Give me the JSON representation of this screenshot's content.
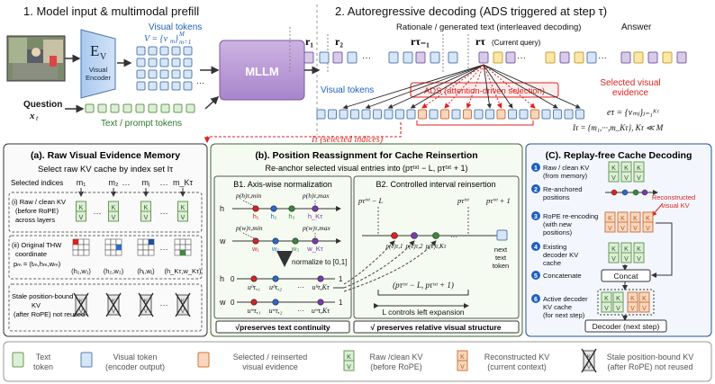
{
  "header": {
    "sec1": "1. Model input & multimodal prefill",
    "sec2": "2. Autoregressive decoding (ADS triggered at step τ)"
  },
  "stage1": {
    "encoder_letter": "E",
    "encoder_sub": "V",
    "encoder_label": [
      "Visual",
      "Encoder"
    ],
    "visual_tokens_label": "Visual tokens",
    "visual_tokens_formula": "V = {v",
    "mllm": "MLLM",
    "question": "Question",
    "question_var": "x",
    "prompt_tokens": "Text / prompt tokens"
  },
  "stage2": {
    "rationale": "Rationale / generated text (interleaved decoding)",
    "r1": "r₁",
    "r2": "r₂",
    "rtm1": "rτ₋₁",
    "rt": "rτ",
    "current_query": "(Current query)",
    "answer": "Answer",
    "dots": "···",
    "ads": "ADS (attention-driven selection)",
    "visual_tokens": "Visual tokens",
    "selected_evidence": [
      "Selected visual",
      "evidence"
    ],
    "e_formula": "eτ = {vₘⱼ}ⱼ₌₁ᴷᵗ",
    "i_formula": "Iτ = {m₁,···,m_Kτ}, Kτ ≪ M",
    "selected_indices": "Iτ (selected indices)"
  },
  "panelA": {
    "title": "(a). Raw Visual Evidence Memory",
    "subtitle": "Select raw KV cache by index set Iτ",
    "sel_indices": "Selected indices",
    "m_labels": [
      "m₁",
      "m₂",
      "mⱼ",
      "m_Kτ"
    ],
    "raw_kv": [
      "(i) Raw / clean KV",
      "(before RoPE)",
      "across layers"
    ],
    "thw": [
      "(ii) Original THW",
      "coordinate",
      "pₘ = (tₘ,hₘ,wₘ)"
    ],
    "coords": [
      "(h₁,w₁)",
      "(h₂,w₂)",
      "(hⱼ,wⱼ)",
      "(h_Kτ,w_Kτ)"
    ],
    "stale": [
      "Stale position-bound",
      "KV",
      "(after RoPE) not reused"
    ],
    "kv_k": "K",
    "kv_v": "V"
  },
  "panelB": {
    "title": "(b). Position Reassignment for Cache Reinsertion",
    "subtitle": "Re-anchor selected visual entries into (pτᵗˣᵗ − L, pτᵗˣᵗ + 1)",
    "b1": "B1. Axis-wise normalization",
    "b2": "B2. Controlled interval reinsertion",
    "normalize": "normalize to [0,1]",
    "h": "h",
    "w": "w",
    "zero": "0",
    "one": "1",
    "h_points": [
      "h₁",
      "h₂",
      "h₃",
      "h_Kτ"
    ],
    "w_points": [
      "w₁",
      "w₂",
      "w₃",
      "w_Kτ"
    ],
    "pmin_h": "p(h)τ,min",
    "pmax_h": "p(h)τ,max",
    "pmin_w": "p(w)τ,min",
    "pmax_w": "p(w)τ,max",
    "u_h": [
      "uʰτ,₁",
      "uʰτ,₂",
      "uʰτ,Kτ"
    ],
    "u_w": [
      "uʷτ,₁",
      "uʷτ,₂",
      "uʷτ,Kτ"
    ],
    "ptxt_l": "pτᵗˣᵗ − L",
    "ptxt": "pτᵗˣᵗ",
    "ptxt_p1": "pτᵗˣᵗ + 1",
    "next_text": [
      "next",
      "text",
      "token"
    ],
    "interval": "(pτᵗˣᵗ − L, pτᵗˣᵗ + 1)",
    "l_controls": "L controls left expansion",
    "preserve1": "√preserves text continuity",
    "preserve2": "√ preserves relative visual structure",
    "pe": [
      "p(e)τ,1",
      "p(e)τ,2",
      "p(e)τ,Kτ"
    ]
  },
  "panelC": {
    "title": "(C). Replay-free Cache Decoding",
    "steps": [
      [
        "Raw / clean KV",
        "(from memory)"
      ],
      [
        "Re-anchored",
        "positions"
      ],
      [
        "RoPE re-encoding",
        "(with new",
        "positions)"
      ],
      [
        "Existing",
        "decoder KV",
        "cache"
      ],
      [
        "Concatenate"
      ],
      [
        "Active decoder",
        "KV cache",
        "(for next step)"
      ]
    ],
    "step_nums": [
      "1",
      "2",
      "3",
      "4",
      "5",
      "6"
    ],
    "reconstructed": [
      "Reconstructed",
      "visual KV"
    ],
    "concat": "Concat",
    "decoder": "Decoder (next step)"
  },
  "legend": {
    "text_token": [
      "Text",
      "token"
    ],
    "visual_token": [
      "Visual token",
      "(encoder output)"
    ],
    "selected": [
      "Selected / reinserted",
      "visual evidence"
    ],
    "raw_kv": [
      "Raw /clean KV",
      "(before RoPE)"
    ],
    "recon_kv": [
      "Reconstructed KV",
      "(current context)"
    ],
    "stale_kv": [
      "Stale position-bound KV",
      "(after RoPE) not reused"
    ]
  },
  "colors": {
    "text_fill": "#dcefd6",
    "text_stroke": "#6a9a55",
    "visual_fill": "#d6e6f6",
    "visual_stroke": "#5a7fb0",
    "selected_fill": "#f7d7bd",
    "selected_stroke": "#d0763e",
    "purple_fill": "#d8cbe8",
    "purple_stroke": "#7a62a4",
    "yellow_fill": "#fbe7a8",
    "red": "#e02020",
    "blue_text": "#1f5fbf",
    "green_text": "#2a7a2a",
    "mllm_fill": "#bfa0d8",
    "panelA_bg": "#fafafa",
    "panelB_bg": "#f6fbf2",
    "panelC_bg": "#f3f7fd"
  }
}
